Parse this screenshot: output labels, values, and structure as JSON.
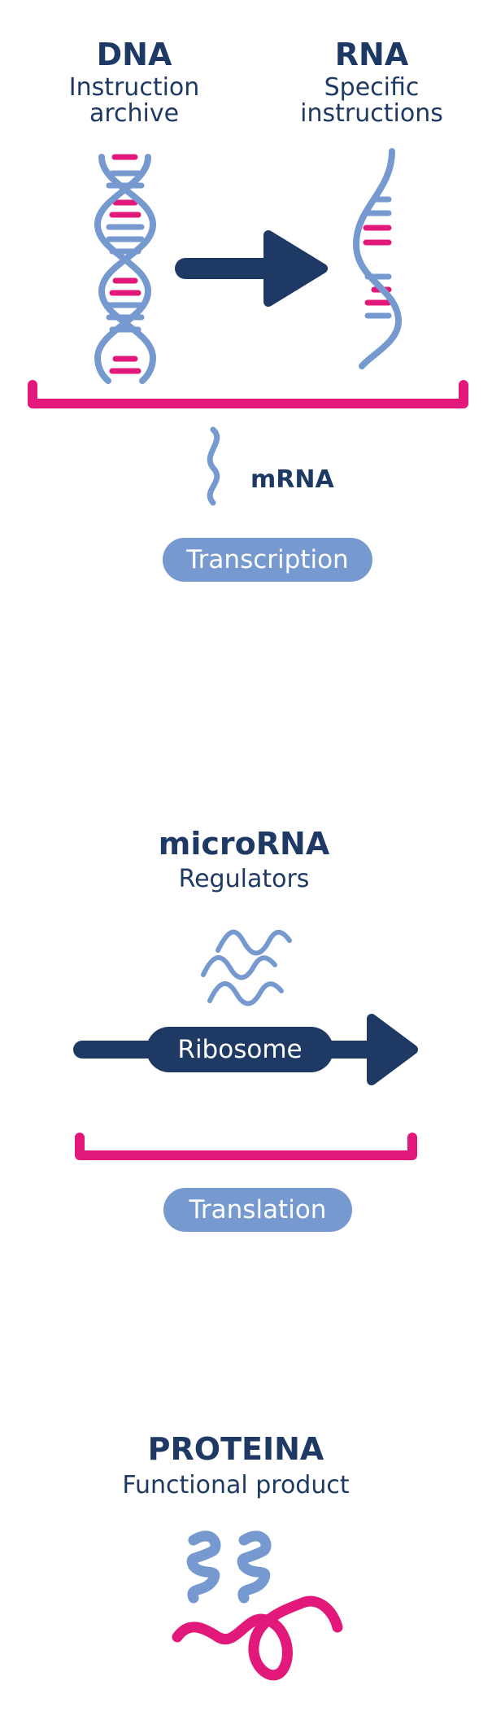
{
  "dna": {
    "title": "DNA",
    "line1": "Instruction",
    "line2": "archive"
  },
  "rna": {
    "title": "RNA",
    "line1": "Specific",
    "line2": "instructions"
  },
  "mrna_label": "mRNA",
  "stage1_label": "Transcription",
  "microrna": {
    "title": "microRNA",
    "subtitle": "Regulators"
  },
  "ribosome_label": "Ribosome",
  "stage2_label": "Translation",
  "protein": {
    "title": "PROTEINA",
    "subtitle": "Functional product"
  },
  "colors": {
    "navy": "#1e3a64",
    "light_blue": "#7699cf",
    "magenta": "#e2197a",
    "white": "#ffffff"
  }
}
